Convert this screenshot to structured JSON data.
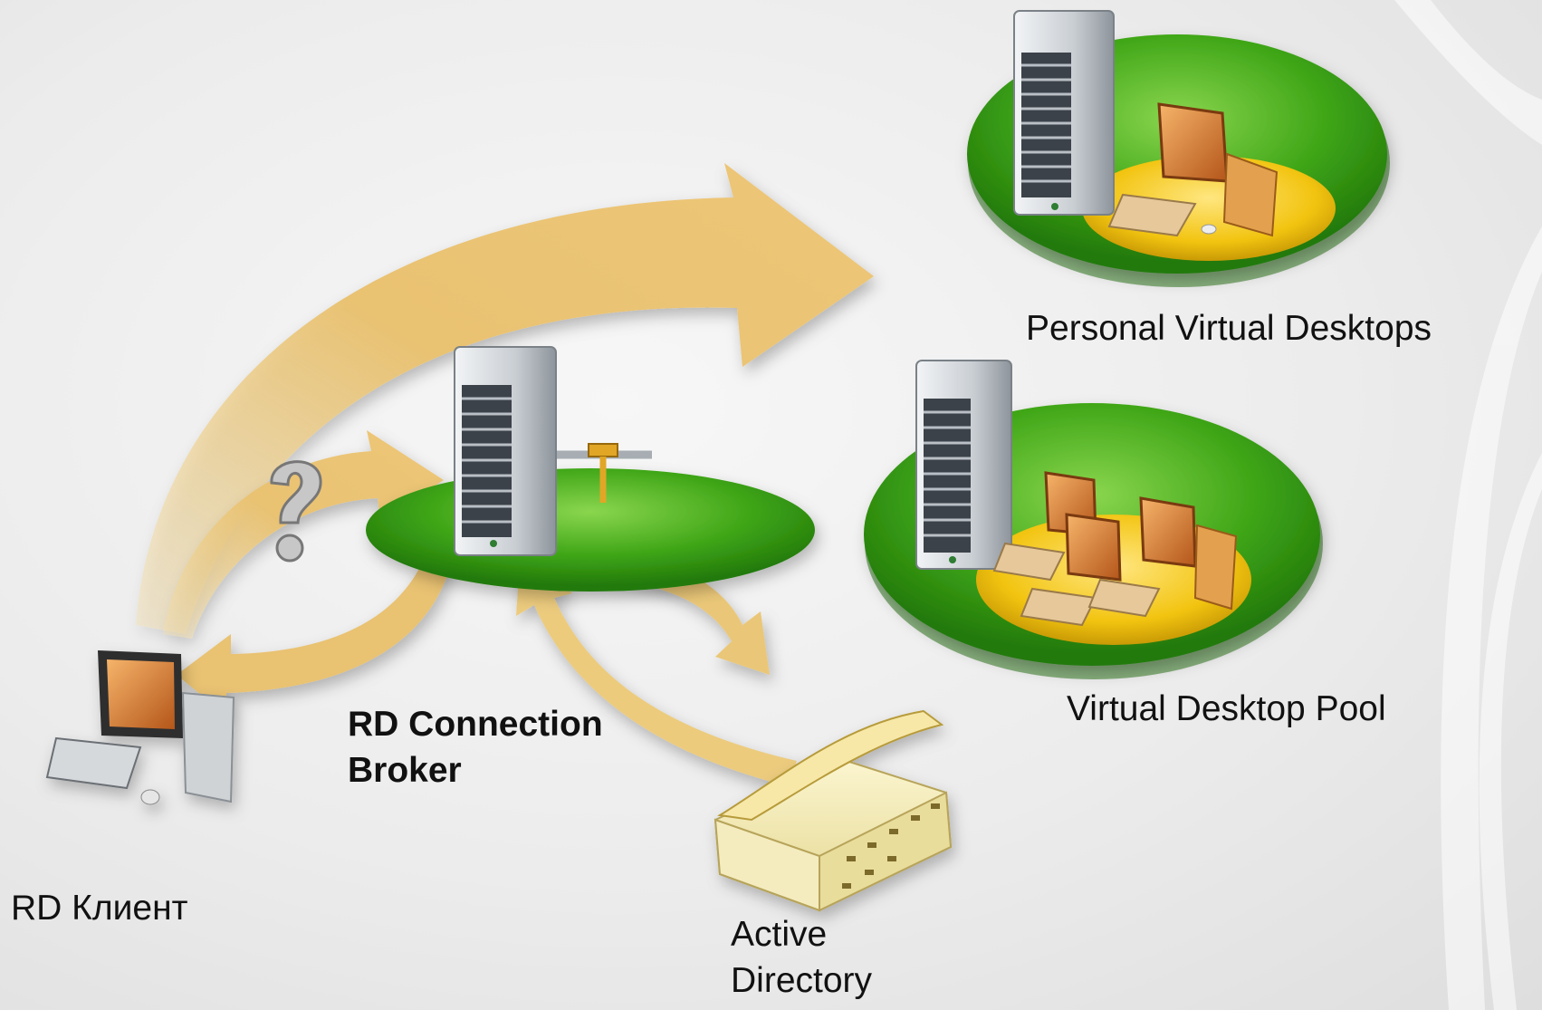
{
  "labels": {
    "personal_virtual_desktops": "Personal Virtual Desktops",
    "virtual_desktop_pool": "Virtual Desktop Pool",
    "broker_line1": "RD Connection",
    "broker_line2": "Broker",
    "client": "RD Клиент",
    "ad_line1": "Active",
    "ad_line2": "Directory"
  },
  "colors": {
    "background": "#ececec",
    "ellipse_green": "#3aa515",
    "ellipse_green_light": "#7fd04a",
    "gold_platform": "#f2c410",
    "arrow_gold": "#e8c06e",
    "server_gray": "#b8bec4",
    "monitor_orange": "#d87a22"
  },
  "icons": [
    "server-icon",
    "desktop-pc-icon",
    "question-mark-icon",
    "network-connector-icon",
    "directory-book-icon"
  ]
}
